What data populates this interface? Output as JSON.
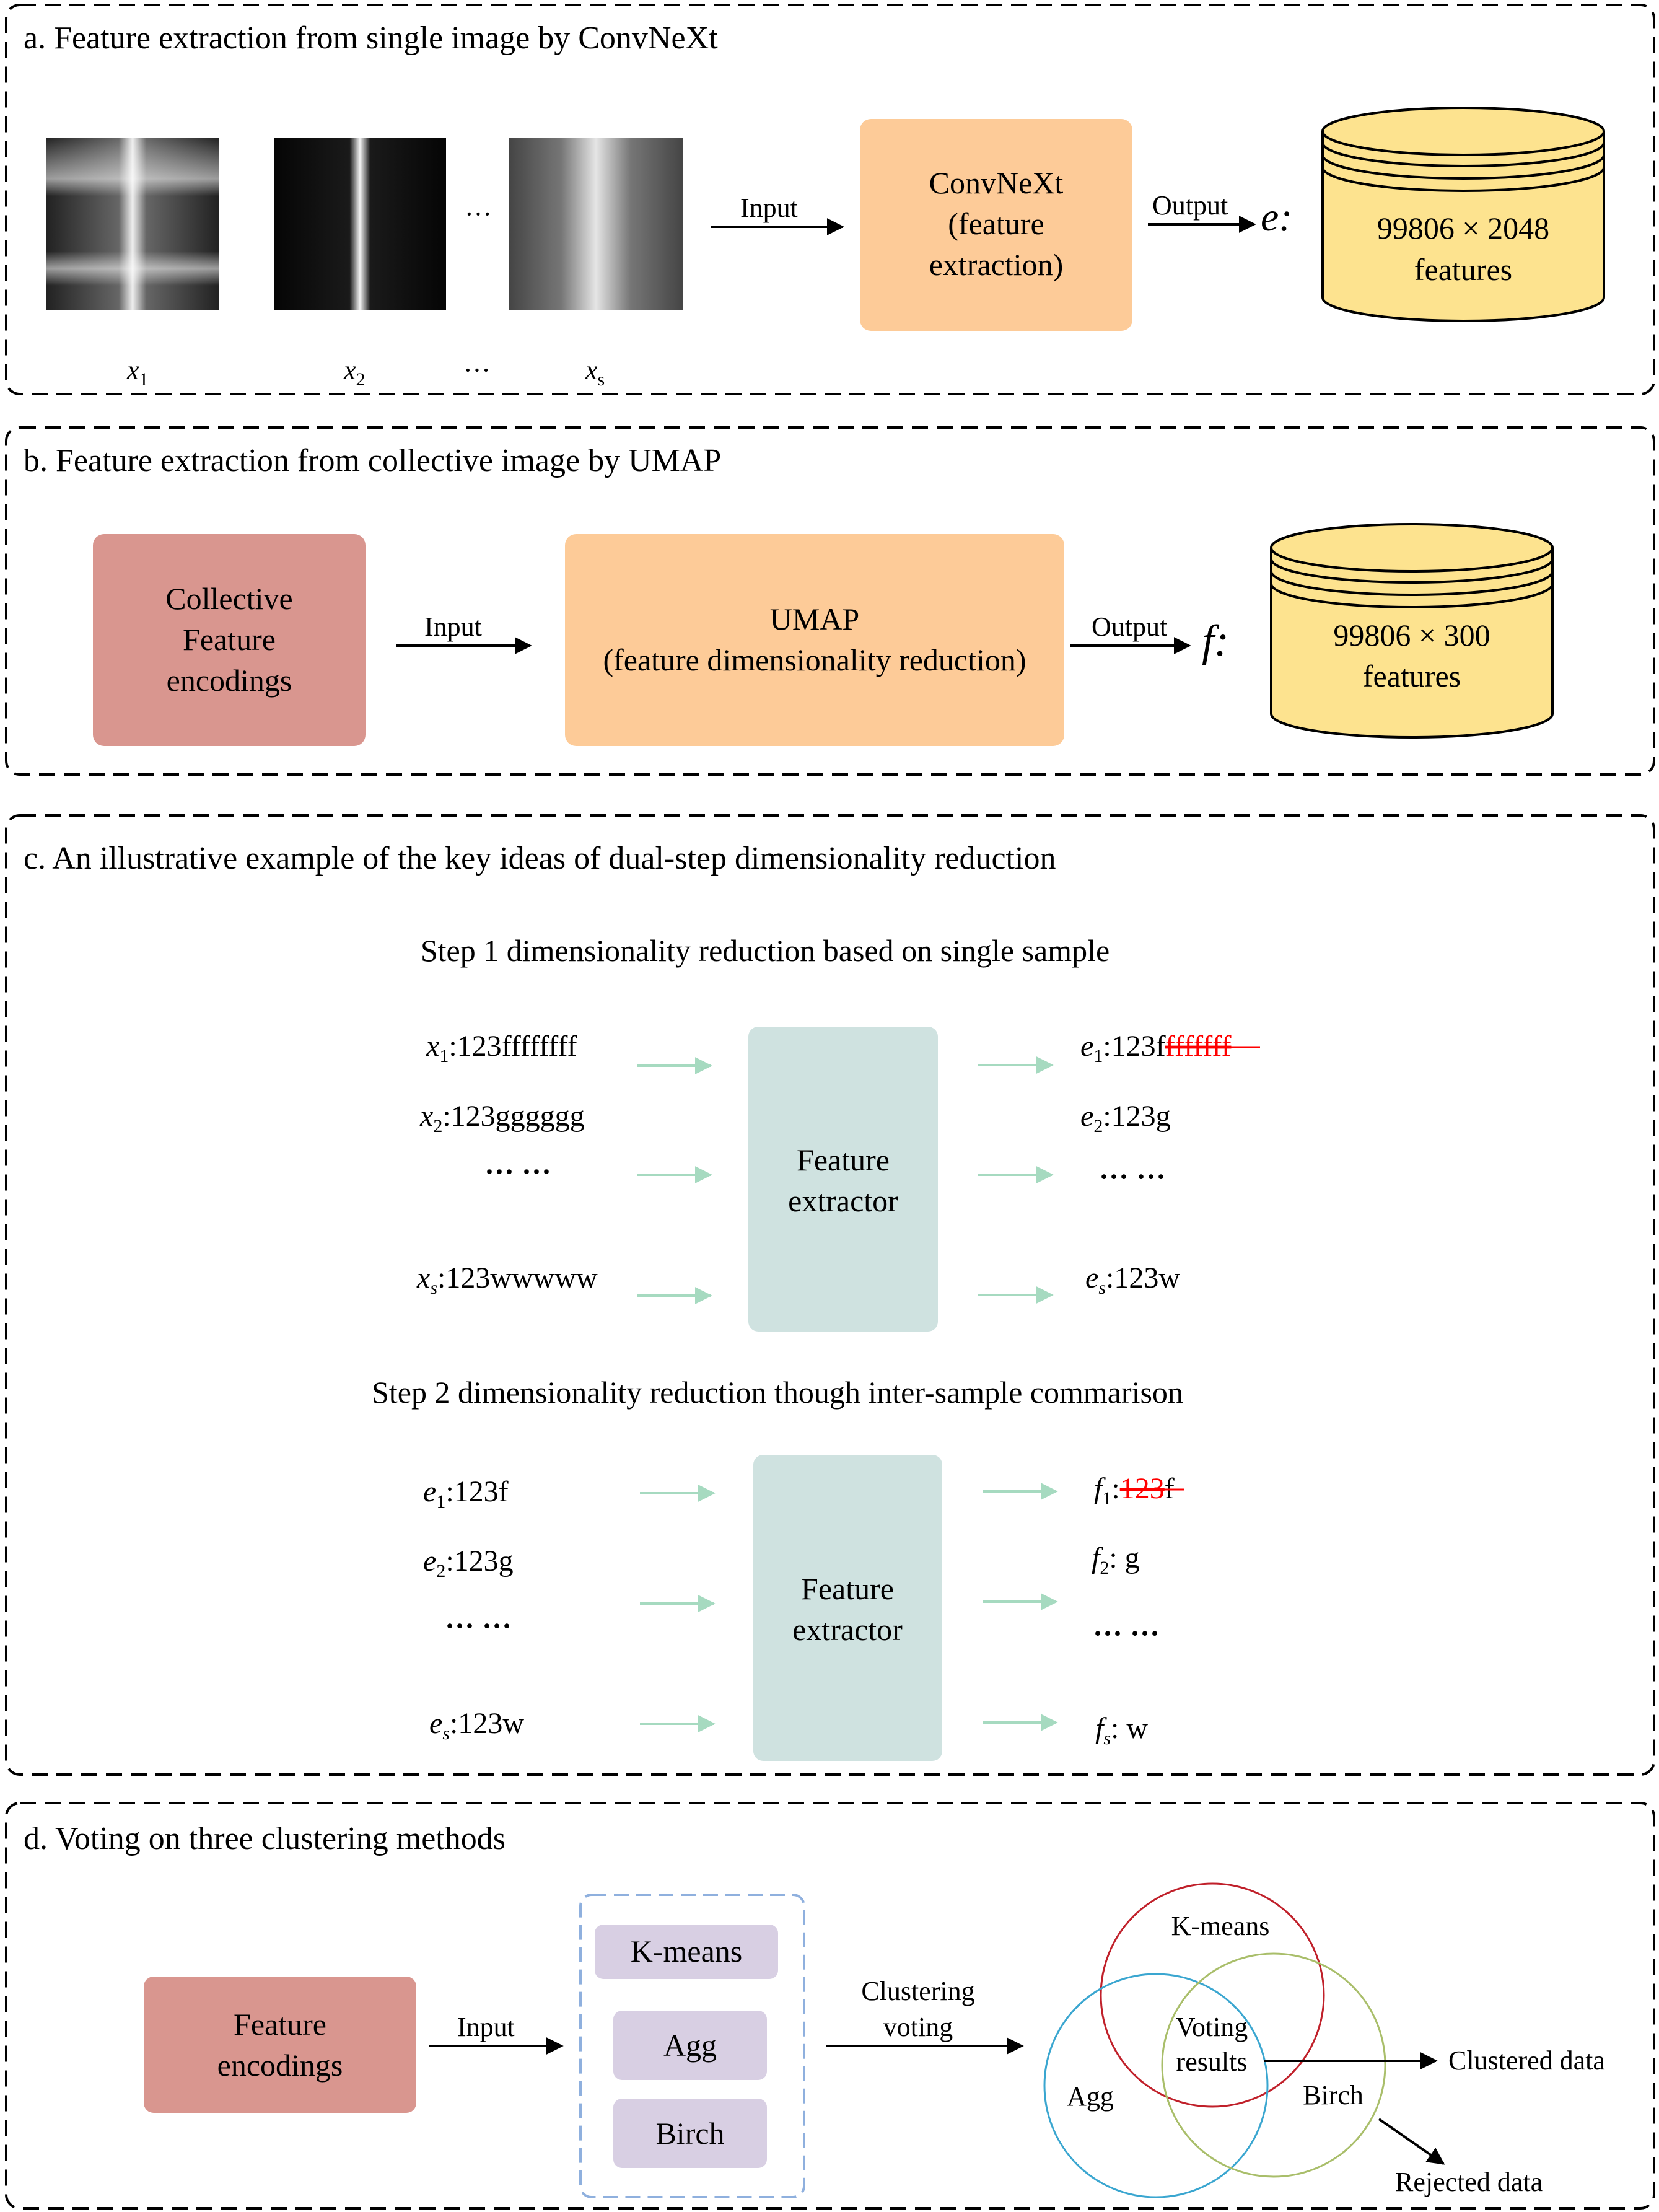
{
  "sections": {
    "a": {
      "title": "a. Feature extraction from single image by ConvNeXt",
      "ellipsis": "···",
      "input_label": "Input",
      "output_label": "Output",
      "box_lines": [
        "ConvNeXt",
        "(feature",
        "extraction)"
      ],
      "var": "e:",
      "db_lines": [
        "99806 × 2048",
        "features"
      ],
      "image_labels": [
        "x",
        "x",
        "x"
      ],
      "image_subs": [
        "1",
        "2",
        "s"
      ]
    },
    "b": {
      "title": "b. Feature extraction from collective image by UMAP",
      "left_box_lines": [
        "Collective",
        "Feature",
        "encodings"
      ],
      "input_label": "Input",
      "box_lines": [
        "UMAP",
        "(feature dimensionality reduction)"
      ],
      "output_label": "Output",
      "var": "f:",
      "db_lines": [
        "99806 × 300",
        "features"
      ]
    },
    "c": {
      "title": "c. An illustrative example of the key ideas of dual-step dimensionality reduction",
      "step1": {
        "title": "Step 1 dimensionality reduction based on single sample",
        "extractor_lines": [
          "Feature",
          "extractor"
        ],
        "left": [
          {
            "var": "x",
            "sub": "1",
            "text": ":123ffffffff"
          },
          {
            "var": "x",
            "sub": "2",
            "text": ":123gggggg"
          },
          {
            "var": "",
            "sub": "",
            "text": "··· ···"
          },
          {
            "var": "x",
            "sub": "s",
            "text": ":123wwwww"
          }
        ],
        "right": [
          {
            "var": "e",
            "sub": "1",
            "text": ":123f",
            "struck": "fffffff"
          },
          {
            "var": "e",
            "sub": "2",
            "text": ":123g",
            "struck": ""
          },
          {
            "var": "",
            "sub": "",
            "text": "··· ···",
            "struck": ""
          },
          {
            "var": "e",
            "sub": "s",
            "text": ":123w",
            "struck": ""
          }
        ]
      },
      "step2": {
        "title": "Step 2 dimensionality reduction though inter-sample commarison",
        "extractor_lines": [
          "Feature",
          "extractor"
        ],
        "left": [
          {
            "var": "e",
            "sub": "1",
            "text": ":123f"
          },
          {
            "var": "e",
            "sub": "2",
            "text": ":123g"
          },
          {
            "var": "",
            "sub": "",
            "text": "··· ···"
          },
          {
            "var": "e",
            "sub": "s",
            "text": ":123w"
          }
        ],
        "right": [
          {
            "var": "f",
            "sub": "1",
            "pre": ":",
            "struck": "123",
            "text": "f"
          },
          {
            "var": "f",
            "sub": "2",
            "pre": ": g",
            "struck": "",
            "text": ""
          },
          {
            "var": "",
            "sub": "",
            "pre": "··· ···",
            "struck": "",
            "text": ""
          },
          {
            "var": "f",
            "sub": "s",
            "pre": ": w",
            "struck": "",
            "text": ""
          }
        ]
      }
    },
    "d": {
      "title": "d. Voting on three clustering methods",
      "left_box_lines": [
        "Feature",
        "encodings"
      ],
      "input_label": "Input",
      "methods": [
        "K-means",
        "Agg",
        "Birch"
      ],
      "voting_label_lines": [
        "Clustering",
        "voting"
      ],
      "venn": {
        "kmeans": "K-means",
        "agg": "Agg",
        "birch": "Birch",
        "center_lines": [
          "Voting",
          "results"
        ]
      },
      "clustered": "Clustered data",
      "rejected": "Rejected data"
    }
  },
  "colors": {
    "orange_box": "#FDCB98",
    "red_box": "#D9968F",
    "db_fill": "#FDE38F",
    "teal_box": "#CFE2E0",
    "purple_box": "#D8CFE3",
    "green_arrow": "#A6DAC0",
    "strike_red": "#FF0000",
    "venn_red": "#C0202A",
    "venn_blue": "#3AA6D0",
    "venn_green": "#A9BE6A",
    "dashed_blue": "#8FB0DE"
  }
}
